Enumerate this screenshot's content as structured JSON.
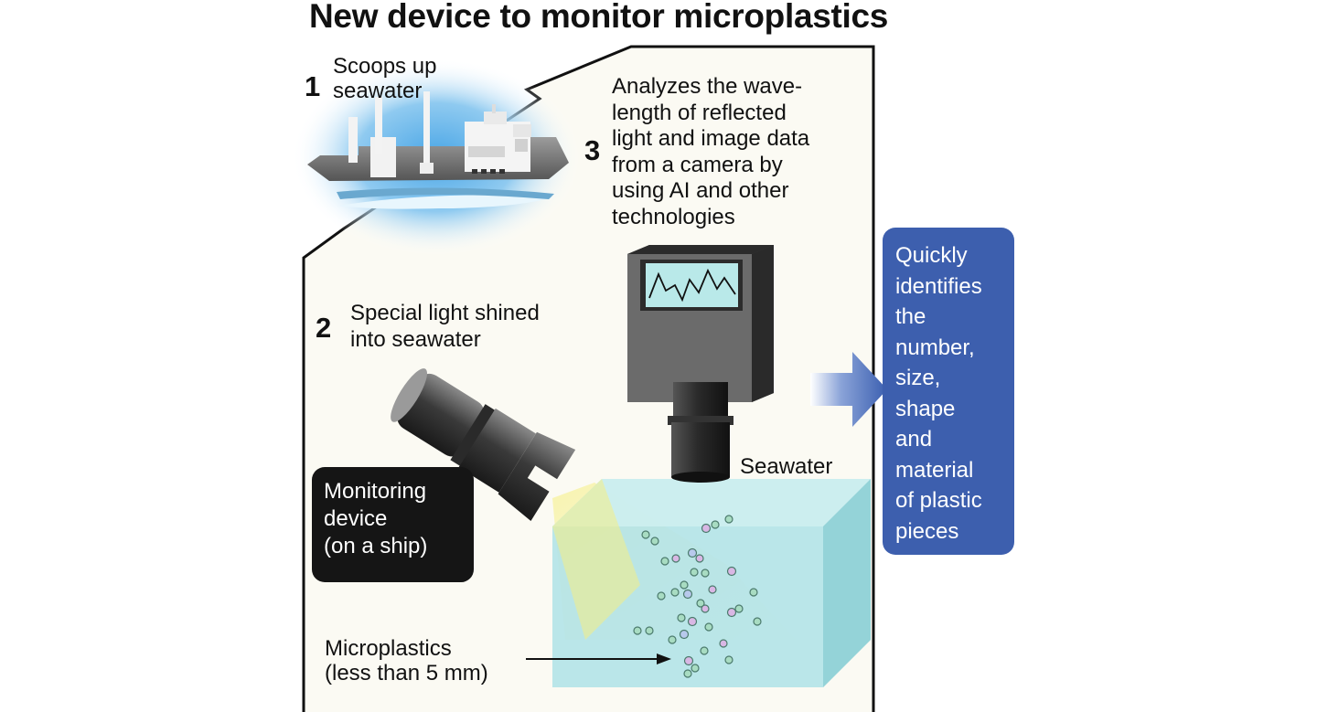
{
  "title": "New device to monitor microplastics",
  "steps": [
    {
      "number": "1",
      "lines": [
        "Scoops up",
        "seawater"
      ]
    },
    {
      "number": "2",
      "lines": [
        "Special light shined",
        "into seawater"
      ]
    },
    {
      "number": "3",
      "lines": [
        "Analyzes the wave-",
        "length of reflected",
        "light and image data",
        "from a camera by",
        "using AI and other",
        "technologies"
      ]
    }
  ],
  "monitoring_device": {
    "lines": [
      "Monitoring",
      "device",
      "(on a ship)"
    ]
  },
  "seawater_label": "Seawater",
  "microplastics_label": {
    "lines": [
      "Microplastics",
      "(less than 5 mm)"
    ]
  },
  "result": {
    "lines": [
      "Quickly",
      "identifies",
      "the",
      "number,",
      "size,",
      "shape",
      "and",
      "material",
      "of plastic",
      "pieces"
    ]
  },
  "colors": {
    "result_box": "#3d5fae",
    "arrow": "#3b5fb0",
    "panel_bg": "#fbfaf3",
    "seawater_tank": "#b9e6e9",
    "light_beam": "#f3ec7a",
    "monitoring_box": "#151515"
  },
  "icons": [
    "ship-icon",
    "light-source-icon",
    "camera-analyzer-icon",
    "waveform-icon",
    "arrow-right-icon",
    "seawater-tank-icon",
    "microplastic-particle-icon"
  ]
}
